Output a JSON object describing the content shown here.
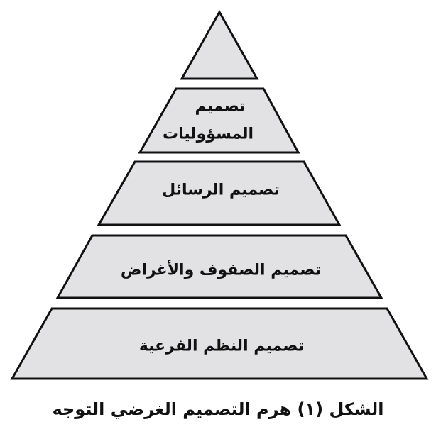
{
  "pyramid": {
    "fill_color": "#e2e2e4",
    "stroke_color": "#111111",
    "levels": [
      {
        "label": ""
      },
      {
        "line1": "تصميم",
        "line2": "المسؤوليات"
      },
      {
        "label": "تصميم الرسائل"
      },
      {
        "label": "تصميم الصفوف والأغراض"
      },
      {
        "label": "تصميم النظم الفرعية"
      }
    ]
  },
  "caption": "الشكل (١) هرم التصميم الغرضي التوجه"
}
